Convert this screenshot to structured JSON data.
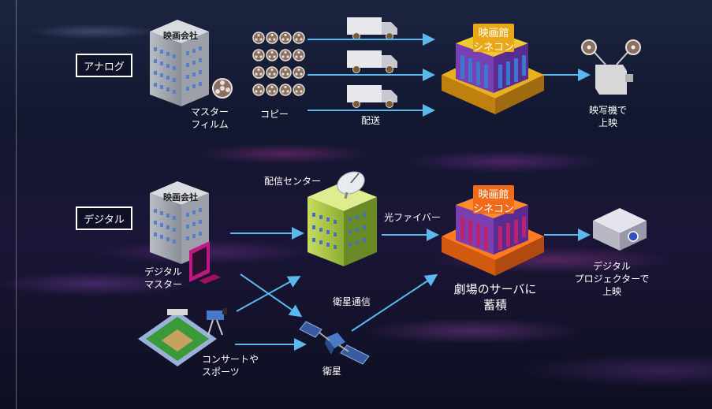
{
  "analog": {
    "mode_label": "アナログ",
    "studio_label": "映画会社",
    "master_label": "マスター\nフィルム",
    "copy_label": "コピー",
    "delivery_label": "配送",
    "cinema_label": "映画館\nシネコン",
    "projection_label": "映写機で\n上映"
  },
  "digital": {
    "mode_label": "デジタル",
    "studio_label": "映画会社",
    "master_label": "デジタル\nマスター",
    "center_label": "配信センター",
    "fiber_label": "光ファイバー",
    "cinema_label": "映画館\nシネコン",
    "server_label": "劇場のサーバに\n蓄積",
    "projector_label": "デジタル\nプロジェクターで\n上映",
    "satellite_comm_label": "衛星通信",
    "satellite_label": "衛星",
    "live_label": "コンサートや\nスポーツ"
  },
  "colors": {
    "arrow": "#5ab8ee",
    "cinema_roof_analog": "#e8b020",
    "cinema_roof_digital": "#ff7a20",
    "cinema_body": "#7a3fb0"
  }
}
